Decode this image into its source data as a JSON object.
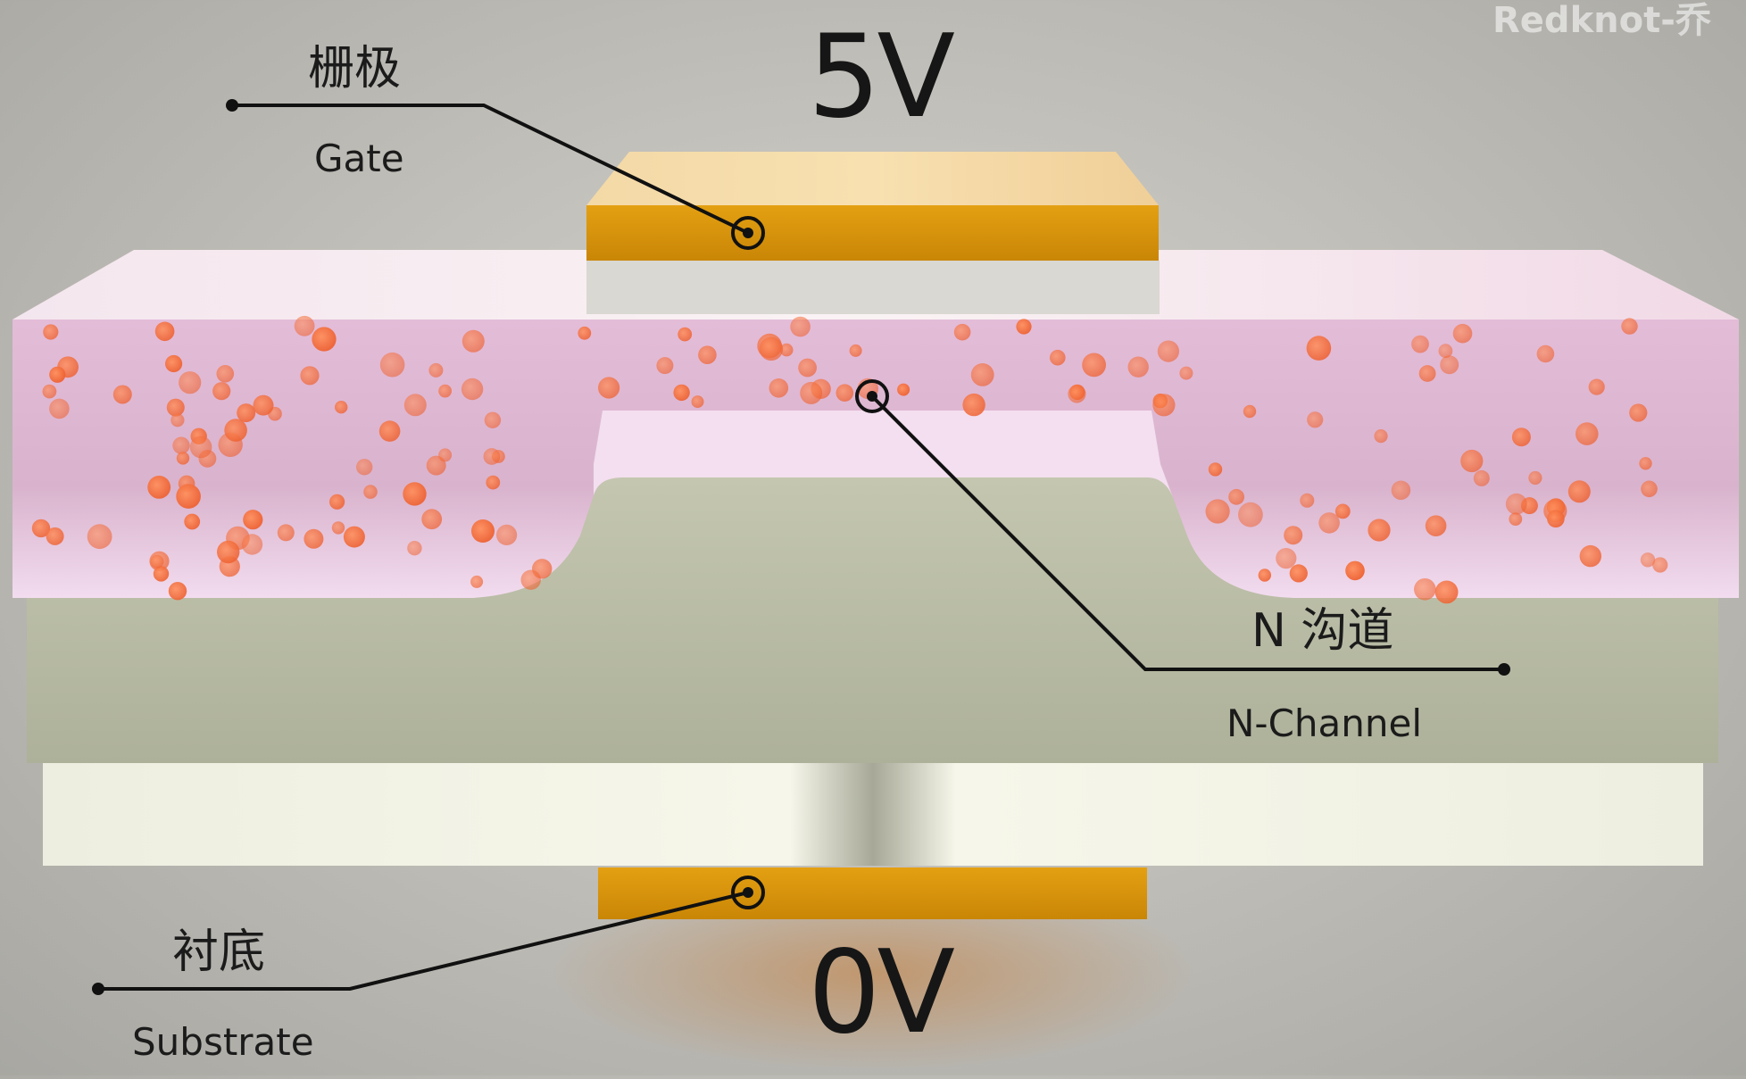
{
  "watermark": "Redknot-乔",
  "voltages": {
    "gate": "5V",
    "substrate": "0V"
  },
  "callouts": {
    "gate": {
      "cn": "栅极",
      "en": "Gate"
    },
    "channel": {
      "cn": "N 沟道",
      "en": "N-Channel"
    },
    "substrate": {
      "cn": "衬底",
      "en": "Substrate"
    }
  },
  "colors": {
    "gate_metal": "#d9960a",
    "oxide": "#d8d6d0",
    "n_region": "#e9c8e0",
    "p_substrate": "#b6b8a0",
    "electron": "#f06a3a",
    "leader_line": "#111111"
  }
}
